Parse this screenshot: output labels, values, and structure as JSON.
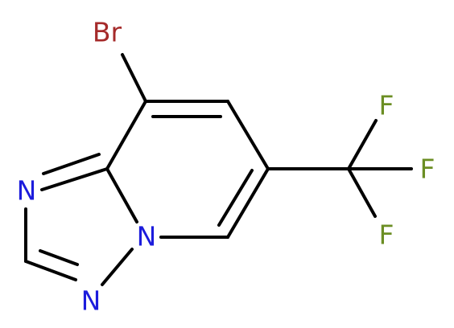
{
  "molecule": {
    "atoms": {
      "br": {
        "label": "Br",
        "color": "#a52a2a"
      },
      "f_top": {
        "label": "F",
        "color": "#6b8e23"
      },
      "f_right": {
        "label": "F",
        "color": "#6b8e23"
      },
      "f_bottom": {
        "label": "F",
        "color": "#6b8e23"
      },
      "n_left": {
        "label": "N",
        "color": "#1c1cdc"
      },
      "n_bridge": {
        "label": "N",
        "color": "#1c1cdc"
      },
      "n_bottom": {
        "label": "N",
        "color": "#1c1cdc"
      }
    },
    "bond_color": "#000000"
  }
}
